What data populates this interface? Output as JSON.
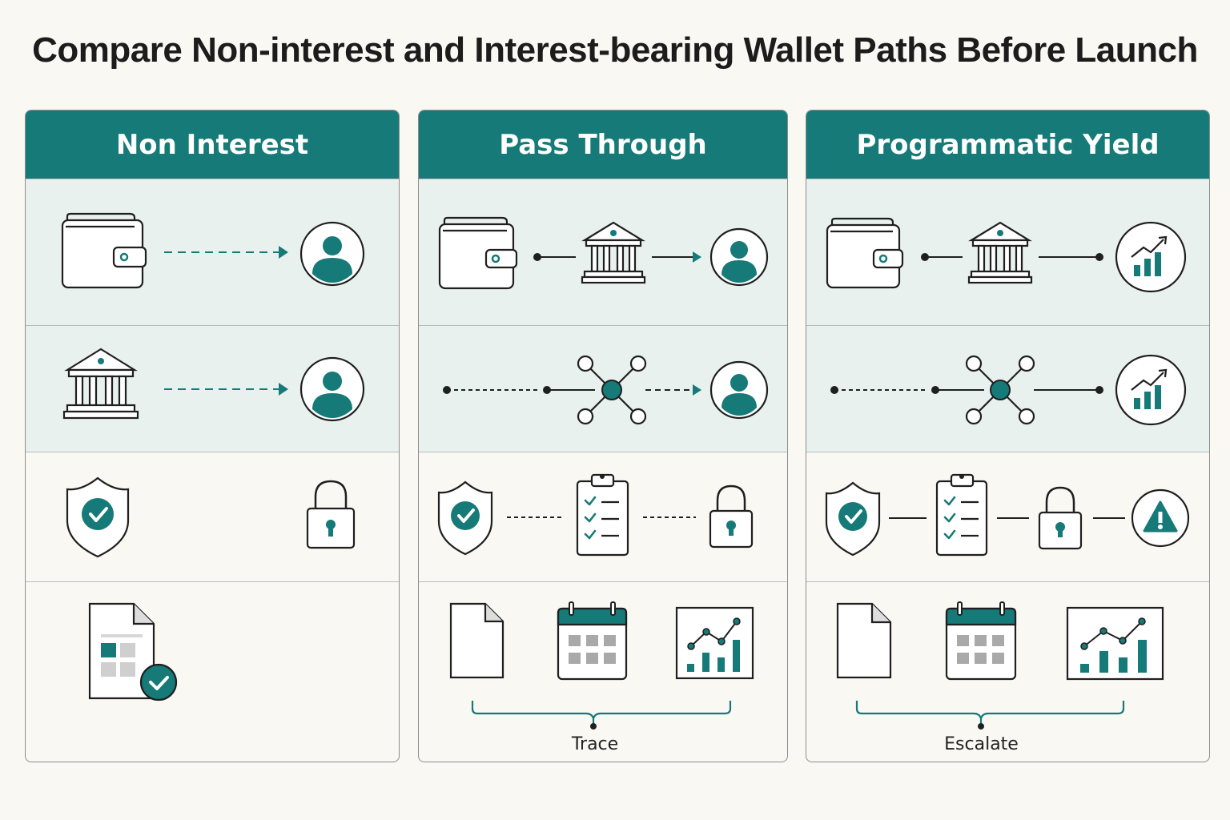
{
  "title": "Compare Non-interest and Interest-bearing Wallet Paths Before Launch",
  "colors": {
    "teal": "#157a78",
    "background": "#faf8f3",
    "shade": "#e9f1ef",
    "line": "#1f1f1f"
  },
  "columns": [
    {
      "header": "Non Interest",
      "rows": [
        [
          "wallet-icon",
          "dashed-arrow",
          "user-icon"
        ],
        [
          "bank-icon",
          "dashed-arrow",
          "user-icon"
        ],
        [
          "shield-check-icon",
          "lock-icon"
        ],
        [
          "spreadsheet-check-icon"
        ]
      ]
    },
    {
      "header": "Pass Through",
      "rows": [
        [
          "wallet-icon",
          "bank-icon",
          "user-icon"
        ],
        [
          "network-hub-icon",
          "user-icon"
        ],
        [
          "shield-check-icon",
          "checklist-icon",
          "lock-icon"
        ],
        [
          "document-icon",
          "calendar-icon",
          "chart-icon"
        ]
      ],
      "bracket_label": "Trace"
    },
    {
      "header": "Programmatic Yield",
      "rows": [
        [
          "wallet-icon",
          "bank-icon",
          "growth-icon"
        ],
        [
          "network-hub-icon",
          "growth-icon"
        ],
        [
          "shield-check-icon",
          "checklist-icon",
          "lock-icon",
          "warning-icon"
        ],
        [
          "document-icon",
          "calendar-icon",
          "chart-icon"
        ]
      ],
      "bracket_label": "Escalate"
    }
  ]
}
